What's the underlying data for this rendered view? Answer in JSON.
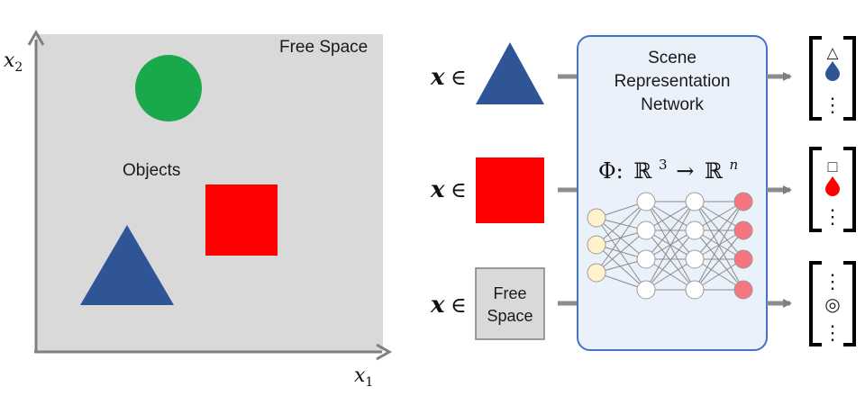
{
  "plot": {
    "x_axis_label": "x",
    "x_axis_sub": "1",
    "y_axis_label": "x",
    "y_axis_sub": "2",
    "free_space_label": "Free Space",
    "objects_label": "Objects",
    "background_color": "#d9d9d9",
    "circle_color": "#1aa94a",
    "square_color": "#ff0000",
    "triangle_color": "#2f5597"
  },
  "inputs": {
    "x_symbol": "x",
    "element_of": "∈",
    "free_space_line1": "Free",
    "free_space_line2": "Space"
  },
  "network": {
    "title_line1": "Scene",
    "title_line2": "Representation",
    "title_line3": "Network",
    "mapping_phi": "Φ:",
    "mapping_domain": "ℝ",
    "mapping_domain_exp": "3",
    "mapping_arrow": "→",
    "mapping_codomain": "ℝ",
    "mapping_codomain_exp": "n",
    "box_fill": "#eaf1fb",
    "box_border": "#4472c4",
    "input_node_color": "#fff2cc",
    "hidden_node_color": "#ffffff",
    "output_node_color": "#f4777f"
  },
  "outputs": {
    "dots": "⋮",
    "triangle_symbol": "△",
    "square_symbol": "□",
    "ring_symbol": "◎",
    "blue_drop_color": "#2f5597",
    "red_drop_color": "#ff0000"
  }
}
